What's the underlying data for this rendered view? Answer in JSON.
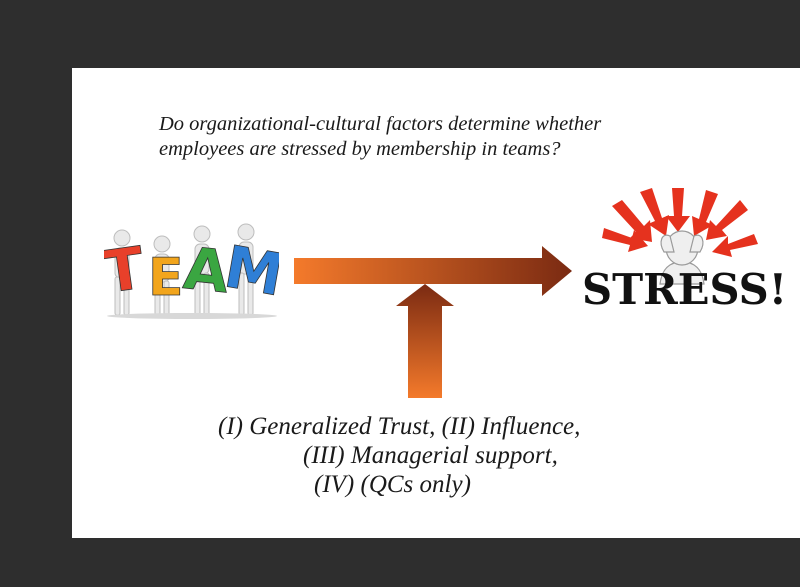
{
  "question": {
    "line1": "Do organizational-cultural factors determine whether",
    "line2": "employees are stressed by membership in teams?"
  },
  "team_graphic": {
    "letters": [
      "T",
      "E",
      "A",
      "M"
    ],
    "letter_colors": [
      "#e8402a",
      "#f2a51c",
      "#3aa641",
      "#2f7fd6"
    ]
  },
  "stress_graphic": {
    "word": "STRESS!"
  },
  "arrows": {
    "color_light": "#f47a2b",
    "color_dark": "#7a2a12"
  },
  "moderators": {
    "line1": "(I)  Generalized Trust, (II) Influence,",
    "line2": "(III) Managerial support,",
    "line3": "(IV) (QCs only)"
  }
}
